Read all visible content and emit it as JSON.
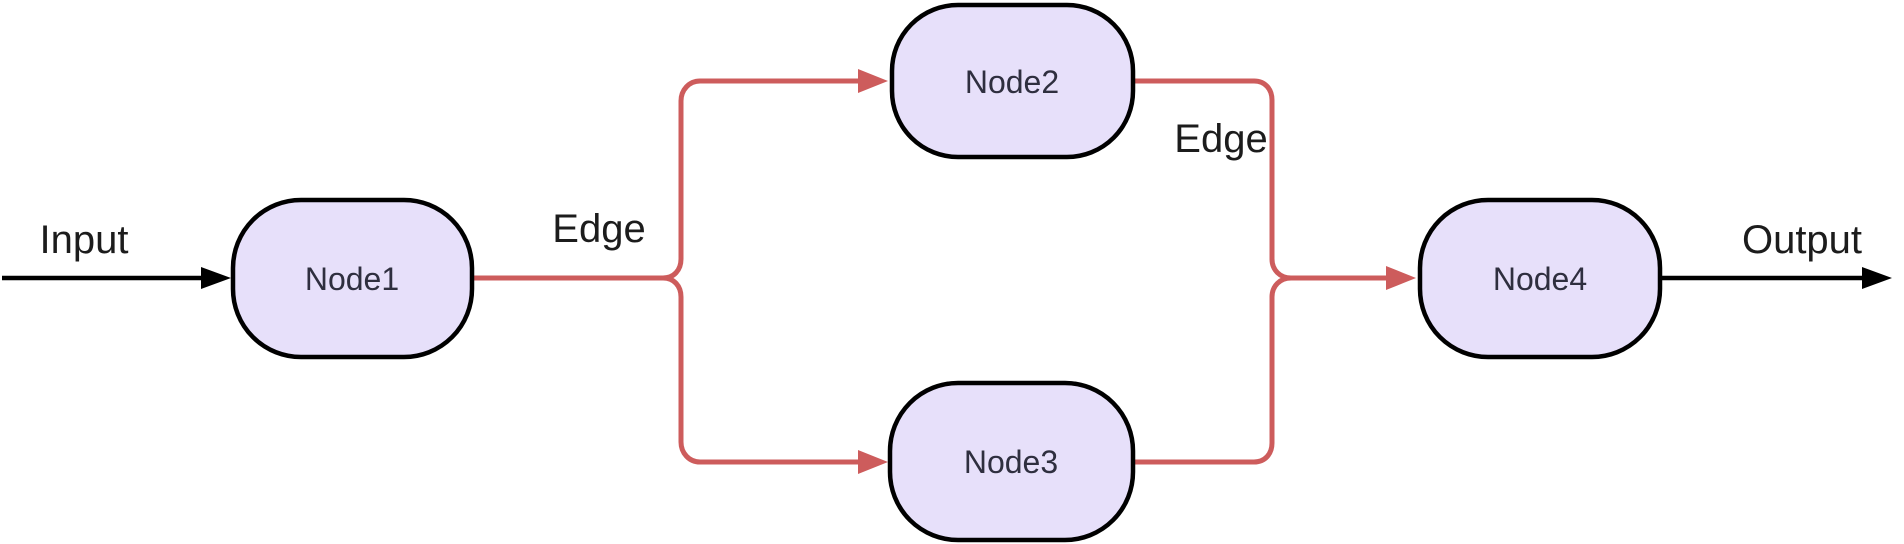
{
  "diagram": {
    "type": "flowchart",
    "direction": "left-to-right",
    "background": "#FFFFFF",
    "colors": {
      "node_fill": "#E7E0FA",
      "node_border": "#000000",
      "node_text": "#2F2F3F",
      "edge_highlight": "#CD5C5C",
      "edge_default": "#000000",
      "label_text": "#1C1C1C"
    },
    "nodes": [
      {
        "id": "Node1",
        "label": "Node1"
      },
      {
        "id": "Node2",
        "label": "Node2"
      },
      {
        "id": "Node3",
        "label": "Node3"
      },
      {
        "id": "Node4",
        "label": "Node4"
      }
    ],
    "edge_labels": {
      "input": "Input",
      "fork": "Edge",
      "merge": "Edge",
      "output": "Output"
    },
    "edges": [
      {
        "from": "start",
        "to": "Node1",
        "label": "Input",
        "color": "#000000"
      },
      {
        "from": "Node1",
        "to": "Node2",
        "label": "Edge",
        "color": "#CD5C5C"
      },
      {
        "from": "Node1",
        "to": "Node3",
        "label": "",
        "color": "#CD5C5C"
      },
      {
        "from": "Node2",
        "to": "Node4",
        "label": "Edge",
        "color": "#CD5C5C"
      },
      {
        "from": "Node3",
        "to": "Node4",
        "label": "",
        "color": "#CD5C5C"
      },
      {
        "from": "Node4",
        "to": "end",
        "label": "Output",
        "color": "#000000"
      }
    ]
  }
}
